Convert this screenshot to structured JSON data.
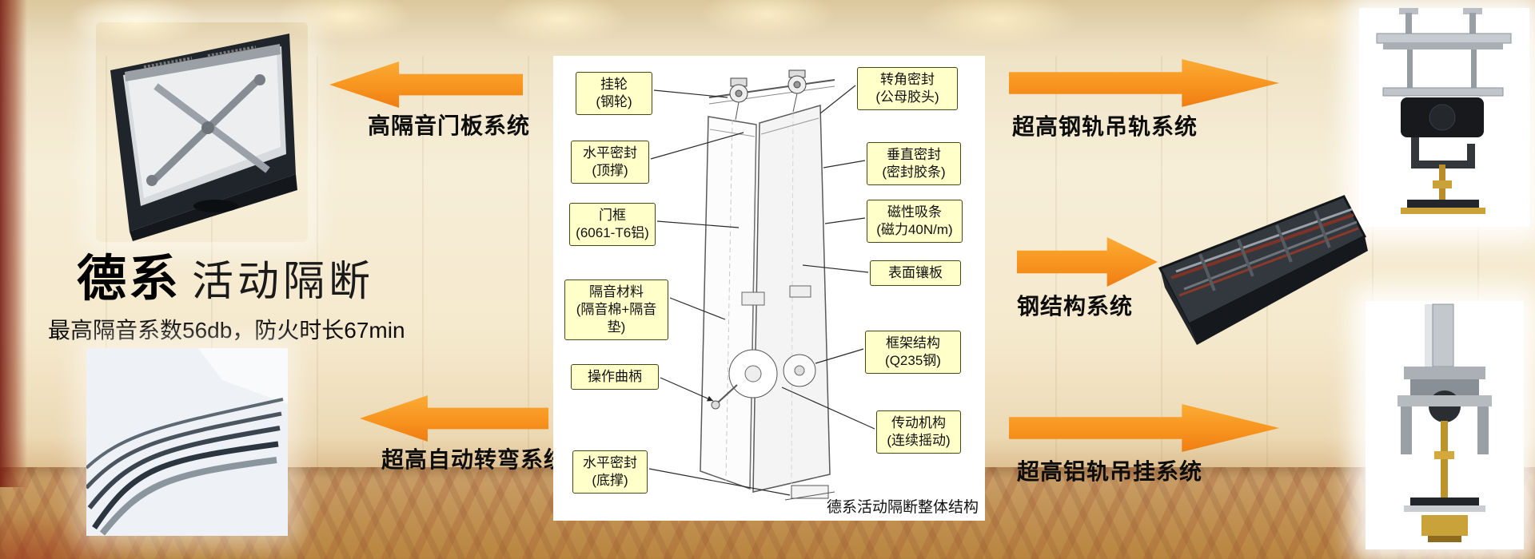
{
  "colors": {
    "arrow_orange": "#F7941E",
    "callout_bg": "#FFFFC9",
    "panel_bg": "#FFFFFF"
  },
  "header": {
    "brand": "德系",
    "product": "活动隔断",
    "subtitle": "最高隔音系数56db，防火时长67min"
  },
  "system_labels": {
    "left_top": "高隔音门板系统",
    "left_bottom": "超高自动转弯系统",
    "right_top": "超高钢轨吊轨系统",
    "right_middle": "钢结构系统",
    "right_bottom": "超高铝轨吊挂系统"
  },
  "diagram": {
    "caption": "德系活动隔断整体结构",
    "left_callouts": [
      {
        "line1": "挂轮",
        "line2": "(钢轮)"
      },
      {
        "line1": "水平密封",
        "line2": "(顶撑)"
      },
      {
        "line1": "门框",
        "line2": "(6061-T6铝)"
      },
      {
        "line1": "隔音材料",
        "line2": "(隔音棉+隔音垫)"
      },
      {
        "line1": "操作曲柄",
        "line2": ""
      },
      {
        "line1": "水平密封",
        "line2": "(底撑)"
      }
    ],
    "right_callouts": [
      {
        "line1": "转角密封",
        "line2": "(公母胶头)"
      },
      {
        "line1": "垂直密封",
        "line2": "(密封胶条)"
      },
      {
        "line1": "磁性吸条",
        "line2": "(磁力40N/m)"
      },
      {
        "line1": "表面镶板",
        "line2": ""
      },
      {
        "line1": "框架结构",
        "line2": "(Q235钢)"
      },
      {
        "line1": "传动机构",
        "line2": "(连续摇动)"
      }
    ]
  },
  "photos": {
    "door_panel": "door-panel-top-view-photo",
    "curve_track": "curved-track-photo",
    "steel_rail_hanger": "steel-rail-hanger-photo",
    "steel_structure": "steel-structure-photo",
    "aluminum_rail_hanger": "aluminum-rail-hanger-photo"
  }
}
